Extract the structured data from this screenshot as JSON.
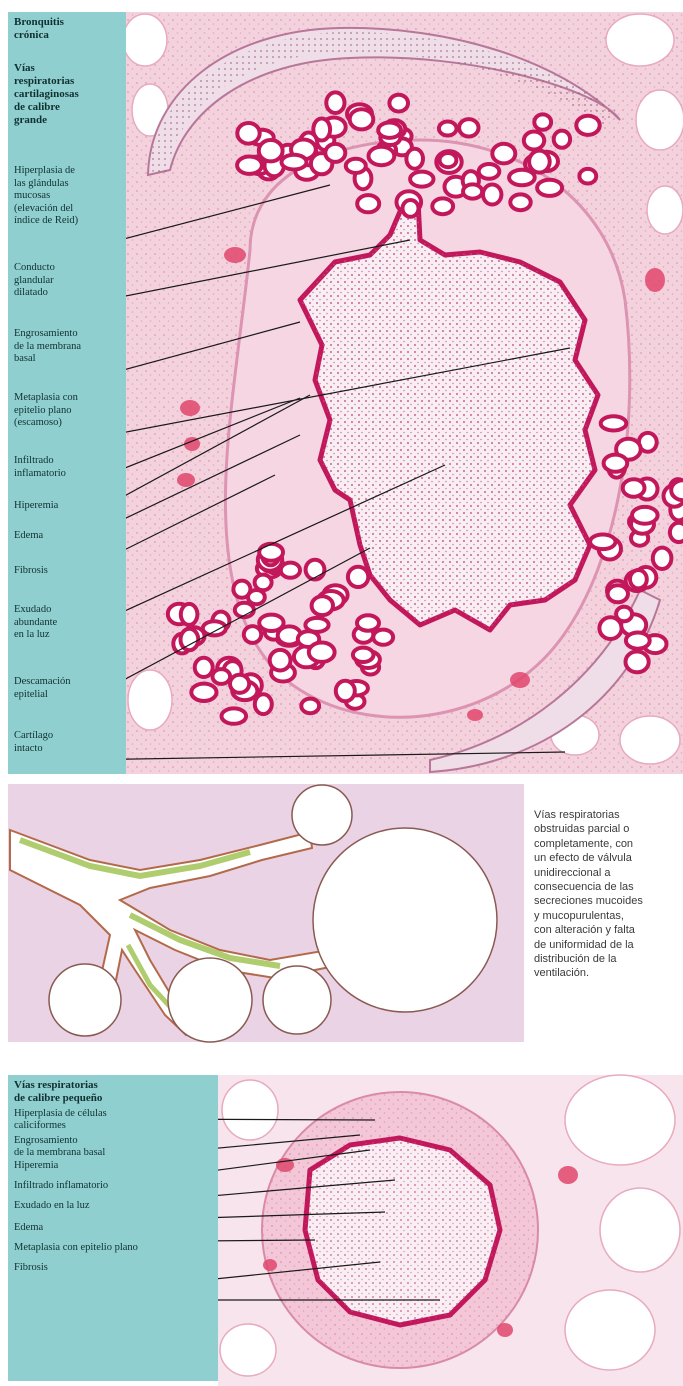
{
  "top_panel": {
    "title": [
      "Bronquitis",
      "crónica"
    ],
    "subtitle": [
      "Vías",
      "respiratorias",
      "cartilaginosas",
      "de calibre",
      "grande"
    ],
    "labels": [
      [
        "Hiperplasia de",
        "las glándulas",
        "mucosas",
        "(elevación del",
        "índice de Reid)"
      ],
      [
        "Conducto",
        "glandular",
        "dilatado"
      ],
      [
        "Engrosamiento",
        "de la membrana",
        "basal"
      ],
      [
        "Metaplasia con",
        "epitelio plano",
        "(escamoso)"
      ],
      [
        "Infiltrado",
        "inflamatorio"
      ],
      [
        "Hiperemia"
      ],
      [
        "Edema"
      ],
      [
        "Fibrosis"
      ],
      [
        "Exudado",
        "abundante",
        "en la luz"
      ],
      [
        "Descamación",
        "epitelial"
      ],
      [
        "Cartílago",
        "intacto"
      ]
    ]
  },
  "middle_description": [
    "Vías respiratorias",
    "obstruidas parcial o",
    "completamente, con",
    "un efecto de válvula",
    "unidireccional a",
    "consecuencia de las",
    "secreciones mucoides",
    "y mucopurulentas,",
    "con alteración y falta",
    "de uniformidad de la",
    "distribución de la",
    "ventilación."
  ],
  "bottom_panel": {
    "title": [
      "Vías respiratorias",
      "de calibre pequeño"
    ],
    "labels": [
      [
        "Hiperplasia de células",
        "caliciformes"
      ],
      [
        "Engrosamiento",
        "de la membrana basal"
      ],
      [
        "Hiperemia"
      ],
      [
        "Infiltrado inflamatorio"
      ],
      [
        "Exudado en la luz"
      ],
      [
        "Edema"
      ],
      [
        "Metaplasia con epitelio plano"
      ],
      [
        "Fibrosis"
      ]
    ]
  },
  "colors": {
    "panel": "#8fcfcf",
    "tissue": "#f2c8d6",
    "epithelium": "#c2185b",
    "cartilage": "#eee0e8",
    "mucus": "#9bbf4a",
    "schematic_bg": "#ebd3e6"
  }
}
